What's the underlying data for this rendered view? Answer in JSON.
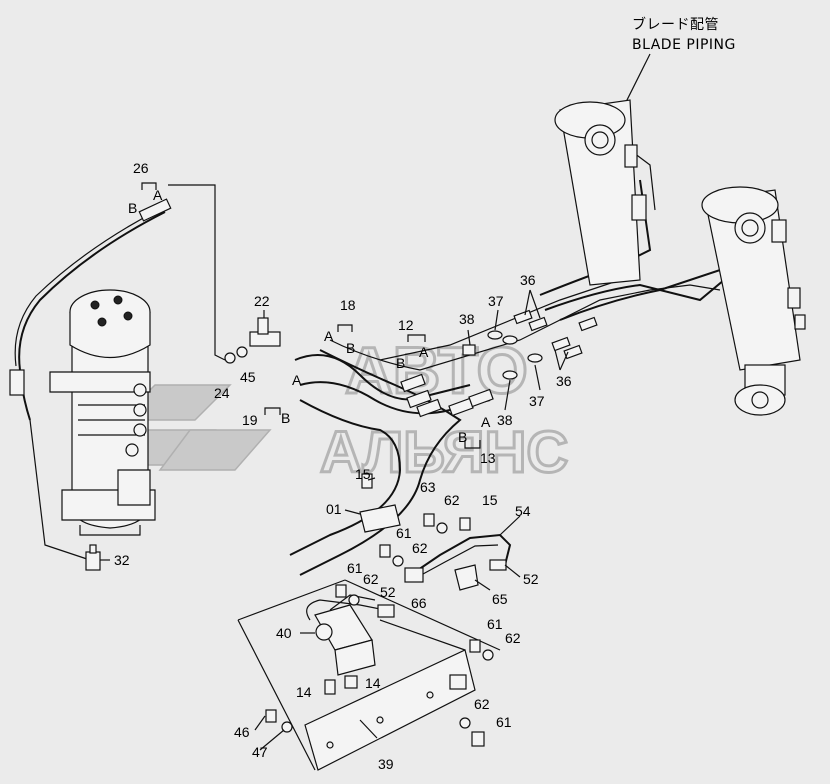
{
  "header": {
    "title_jp": "ブレード配管",
    "title_en": "BLADE PIPING"
  },
  "watermark": {
    "line1": "АВТО",
    "line2": "АЛЬЯНС"
  },
  "callouts": {
    "p26": "26",
    "p26_b": "B",
    "p26_a": "A",
    "p22": "22",
    "p24": "24",
    "p45": "45",
    "p18": "18",
    "p18_a": "A",
    "p18_b": "B",
    "p19": "19",
    "p19_a": "A",
    "p19_b": "B",
    "p12": "12",
    "p12_b": "B",
    "p12_a": "A",
    "p38_top": "38",
    "p37_top": "37",
    "p36_top": "36",
    "p36_bot": "36",
    "p37_bot": "37",
    "p38_bot": "38",
    "p13": "13",
    "p13_b": "B",
    "p13_a": "A",
    "p15_left": "15",
    "p01": "01",
    "p63": "63",
    "p62_a": "62",
    "p15_right": "15",
    "p54": "54",
    "p61_a": "61",
    "p62_b": "62",
    "p52_right": "52",
    "p61_b": "61",
    "p62_c": "62",
    "p52_left": "52",
    "p66": "66",
    "p65": "65",
    "p32": "32",
    "p40": "40",
    "p61_c": "61",
    "p62_d": "62",
    "p14_a": "14",
    "p14_b": "14",
    "p46": "46",
    "p47": "47",
    "p39": "39",
    "p62_e": "62",
    "p61_d": "61"
  }
}
